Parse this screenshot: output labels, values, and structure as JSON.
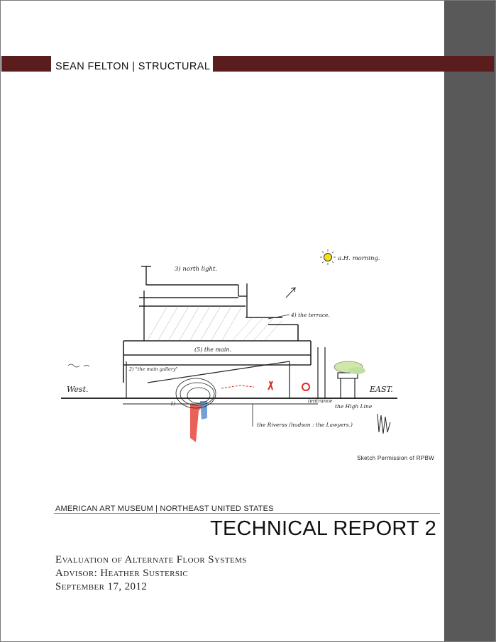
{
  "header": {
    "title": "SEAN FELTON | STRUCTURAL"
  },
  "sketch": {
    "credit": "Sketch Permission of RPBW",
    "labels": {
      "sun_note": "a.H. morning.",
      "label_3": "3) north light.",
      "label_4": "4) the terrace.",
      "label_5": "(5) the main.",
      "label_2": "2) \"the main gallery\"",
      "label_1": "1)",
      "west": "West.",
      "east": "EAST.",
      "entrance": "(entrance",
      "high_line": "the High Line",
      "river_note": "the Riverss (hudson : the Lawyers.)"
    }
  },
  "project": {
    "subtitle": "AMERICAN ART MUSEUM | NORTHEAST UNITED STATES",
    "report_title": "TECHNICAL REPORT 2",
    "line1": "Evaluation of Alternate Floor Systems",
    "line2": "Advisor: Heather Sustersic",
    "line3": "September 17, 2012"
  },
  "colors": {
    "band": "#5a1c1c",
    "side_bar": "#595959",
    "rule": "#6d8fcf"
  }
}
